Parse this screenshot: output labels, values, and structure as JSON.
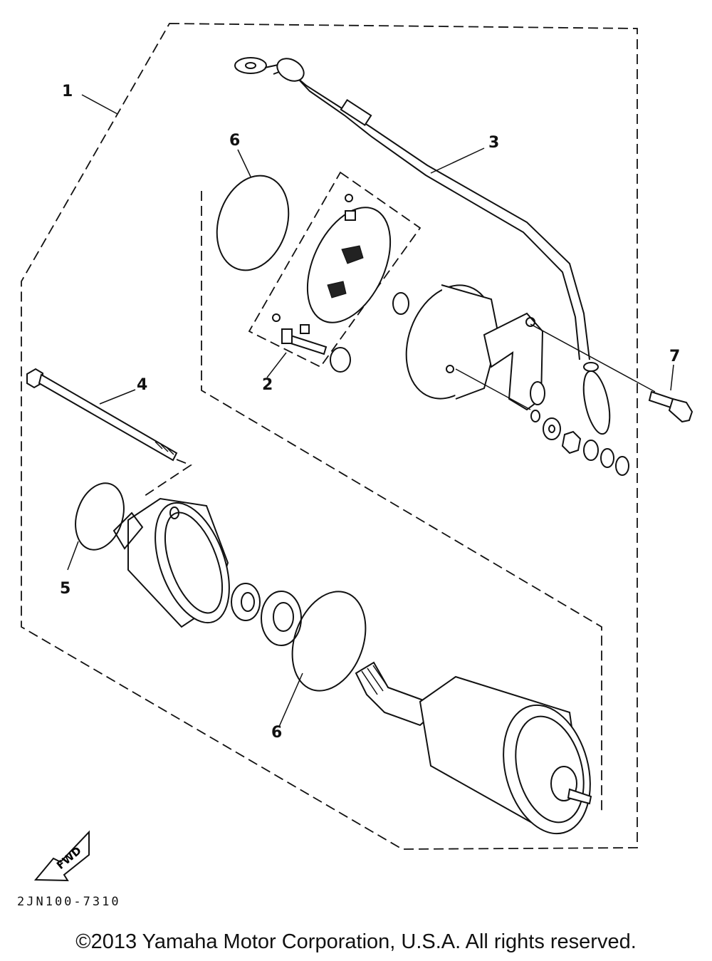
{
  "callouts": [
    {
      "id": "1",
      "label": "1"
    },
    {
      "id": "2",
      "label": "2"
    },
    {
      "id": "3",
      "label": "3"
    },
    {
      "id": "4",
      "label": "4"
    },
    {
      "id": "5",
      "label": "5"
    },
    {
      "id": "6a",
      "label": "6"
    },
    {
      "id": "6b",
      "label": "6"
    },
    {
      "id": "7",
      "label": "7"
    }
  ],
  "fwd_marker": "FWD",
  "diagram_code": "2JN100-7310",
  "copyright": "©2013 Yamaha Motor Corporation, U.S.A. All rights reserved.",
  "colors": {
    "ink": "#111111",
    "background": "#ffffff"
  }
}
